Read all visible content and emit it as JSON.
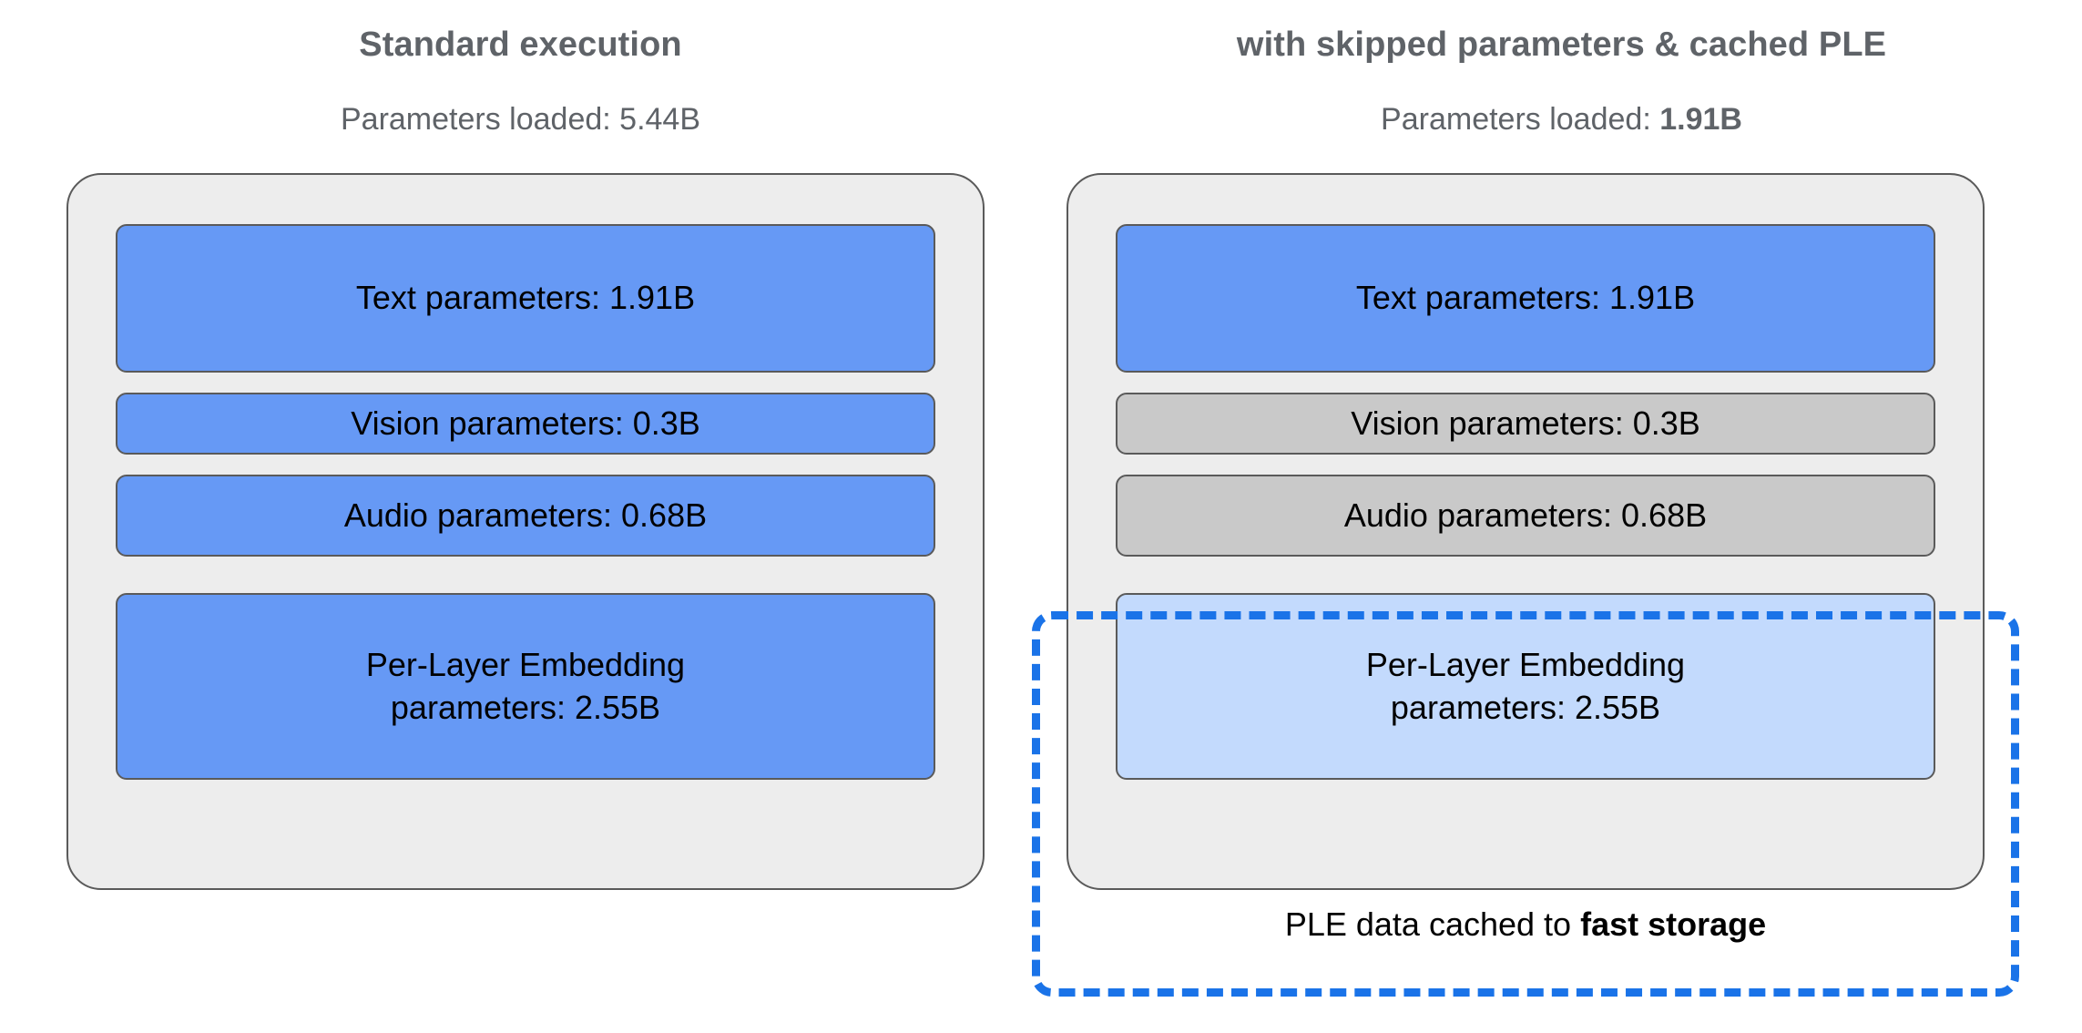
{
  "columns": [
    {
      "id": "standard",
      "title": "Standard execution",
      "subtitle_prefix": "Parameters loaded: ",
      "subtitle_value": "5.44B",
      "subtitle_value_bold": false,
      "boxes": [
        {
          "label": "Text parameters: 1.91B",
          "state": "loaded",
          "color": "#6699f5"
        },
        {
          "label": "Vision parameters: 0.3B",
          "state": "loaded",
          "color": "#6699f5"
        },
        {
          "label": "Audio parameters: 0.68B",
          "state": "loaded",
          "color": "#6699f5"
        },
        {
          "line1": "Per-Layer Embedding",
          "line2": "parameters: 2.55B",
          "state": "loaded",
          "color": "#6699f5"
        }
      ]
    },
    {
      "id": "optimized",
      "title": "with skipped parameters & cached PLE",
      "subtitle_prefix": "Parameters loaded: ",
      "subtitle_value": "1.91B",
      "subtitle_value_bold": true,
      "boxes": [
        {
          "label": "Text parameters: 1.91B",
          "state": "loaded",
          "color": "#6699f5"
        },
        {
          "label": "Vision parameters: 0.3B",
          "state": "skipped",
          "color": "#c9c9c9"
        },
        {
          "label": "Audio parameters: 0.68B",
          "state": "skipped",
          "color": "#c9c9c9"
        },
        {
          "line1": "Per-Layer Embedding",
          "line2": "parameters: 2.55B",
          "state": "cached",
          "color": "#c3dafd"
        }
      ]
    }
  ],
  "cache": {
    "caption_prefix": "PLE data cached to ",
    "caption_bold": "fast storage",
    "border_color": "#1a73e8"
  },
  "palette": {
    "loaded_blue": "#6699f5",
    "cached_light_blue": "#c3dafd",
    "skipped_grey": "#c9c9c9",
    "panel_background": "#ededed",
    "outline": "#5a5a5a",
    "title_text": "#5f6368",
    "accent_dashed": "#1a73e8",
    "page_background": "#ffffff"
  },
  "chart_data": {
    "type": "diagram",
    "title": "Parameter loading comparison",
    "scenarios": [
      {
        "name": "Standard execution",
        "parameters_loaded_B": 5.44,
        "components": [
          {
            "name": "Text parameters",
            "value_B": 1.91,
            "loaded": true
          },
          {
            "name": "Vision parameters",
            "value_B": 0.3,
            "loaded": true
          },
          {
            "name": "Audio parameters",
            "value_B": 0.68,
            "loaded": true
          },
          {
            "name": "Per-Layer Embedding parameters",
            "value_B": 2.55,
            "loaded": true
          }
        ]
      },
      {
        "name": "with skipped parameters & cached PLE",
        "parameters_loaded_B": 1.91,
        "components": [
          {
            "name": "Text parameters",
            "value_B": 1.91,
            "loaded": true,
            "status": "loaded"
          },
          {
            "name": "Vision parameters",
            "value_B": 0.3,
            "loaded": false,
            "status": "skipped"
          },
          {
            "name": "Audio parameters",
            "value_B": 0.68,
            "loaded": false,
            "status": "skipped"
          },
          {
            "name": "Per-Layer Embedding parameters",
            "value_B": 2.55,
            "loaded": false,
            "status": "cached to fast storage"
          }
        ]
      }
    ],
    "units": "billions of parameters (B)"
  }
}
